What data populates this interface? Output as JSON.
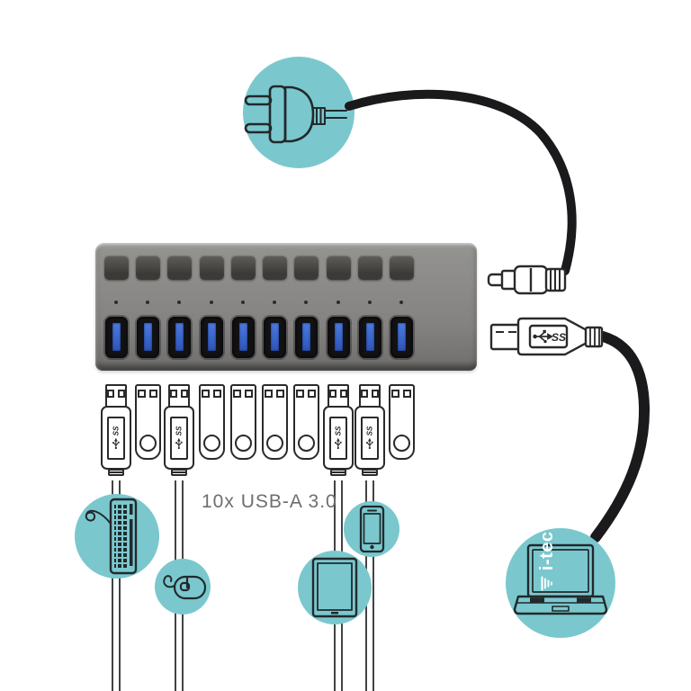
{
  "caption": {
    "text": "10x USB-A 3.0"
  },
  "brand": {
    "logo_text": "i-tec",
    "tick": "´"
  },
  "usb": {
    "ss_label": "SS",
    "version_label": "USB-A 3.0"
  },
  "hub": {
    "port_centers": [
      129,
      164,
      199,
      235,
      270,
      305,
      340,
      376,
      411,
      446
    ],
    "ports_count": 10,
    "buttons_count": 10,
    "leds_count": 10
  },
  "plugs": {
    "types": [
      "cable",
      "drive",
      "cable",
      "drive",
      "drive",
      "drive",
      "drive",
      "cable",
      "cable",
      "drive"
    ]
  },
  "devices": [
    "power-plug",
    "keyboard",
    "mouse",
    "tablet",
    "smartphone",
    "laptop"
  ],
  "colors": {
    "teal": "#7ac8ce",
    "outline": "#22292c",
    "cable_black": "#1a1a1c",
    "hub_gray": "#8d8c8a",
    "port_blue": "#3d6bd8",
    "caption_gray": "#6d6e71",
    "white": "#ffffff"
  }
}
